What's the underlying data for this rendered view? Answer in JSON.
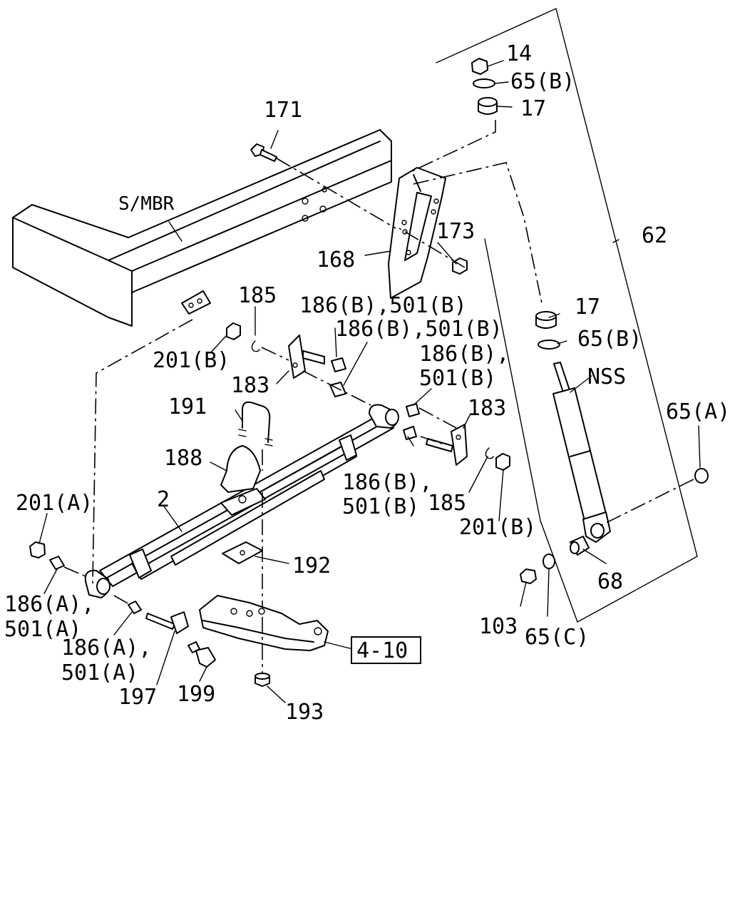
{
  "diagram": {
    "frame_label": "S/MBR",
    "reference_box": "4-10",
    "labels": {
      "p14": "14",
      "p65b_top": "65(B)",
      "p17_top": "17",
      "p171": "171",
      "p173": "173",
      "p168": "168",
      "p62": "62",
      "p185_top": "185",
      "p186b_501b_a": "186(B),501(B)",
      "p186b_501b_b": "186(B),501(B)",
      "p201b_left": "201(B)",
      "p183_left": "183",
      "p17_mid": "17",
      "p65b_mid": "65(B)",
      "p186b_c1": "186(B),",
      "p186b_c2": "501(B)",
      "nss": "NSS",
      "p191": "191",
      "p183_right": "183",
      "p65a": "65(A)",
      "p188": "188",
      "p186b_d1": "186(B),",
      "p186b_d2": "501(B)",
      "p185_bot": "185",
      "p201a": "201(A)",
      "p2": "2",
      "p201b_right": "201(B)",
      "p192": "192",
      "p68": "68",
      "p186a_a1": "186(A),",
      "p186a_a2": "501(A)",
      "p186a_b1": "186(A),",
      "p186a_b2": "501(A)",
      "p103": "103",
      "p65c": "65(C)",
      "p197": "197",
      "p199": "199",
      "p193": "193"
    }
  }
}
